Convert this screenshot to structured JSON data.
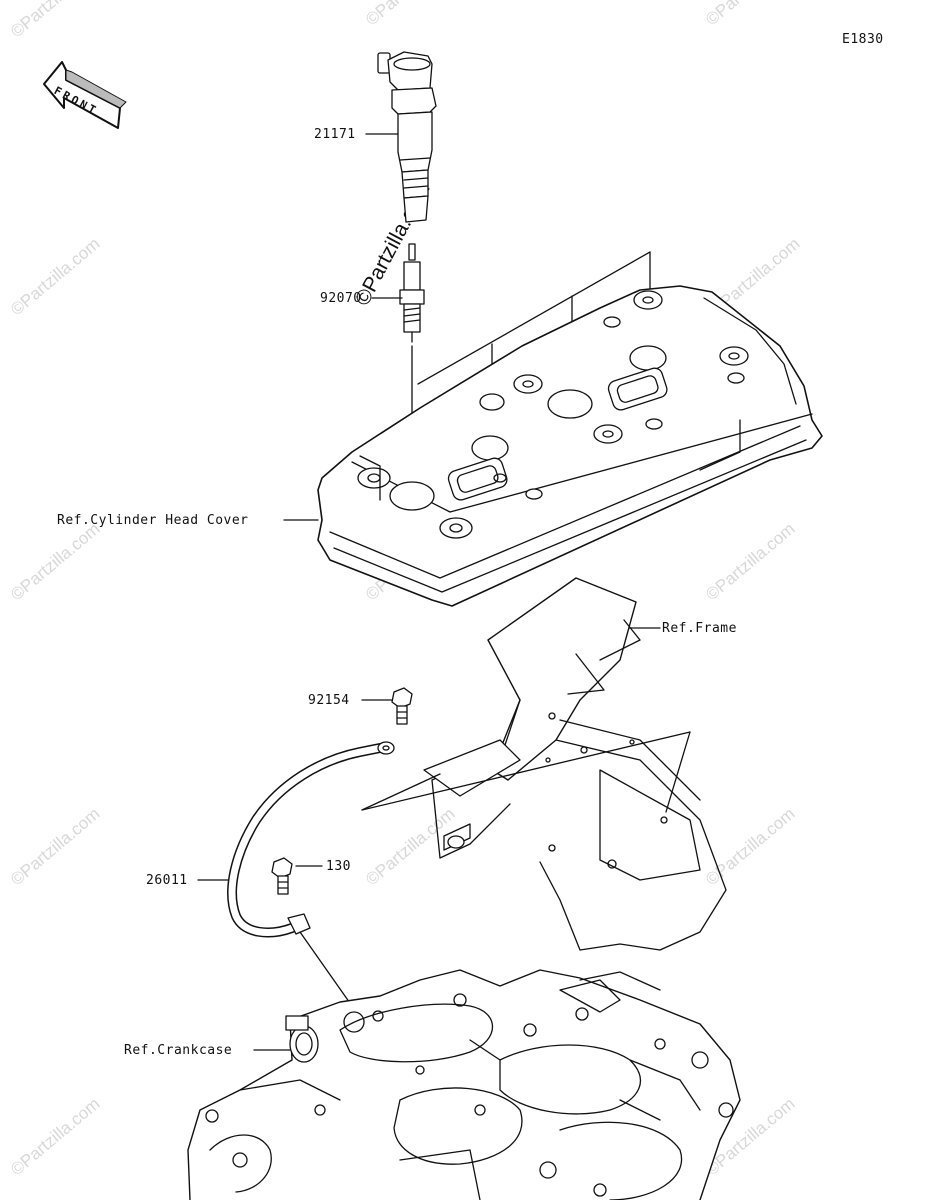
{
  "diagram": {
    "code": "E1830",
    "front_label": "FRONT",
    "watermark": "©Partzilla.com",
    "labels": {
      "ignition_coil": "21171",
      "spark_plug": "92070",
      "cylinder_head_cover": "Ref.Cylinder Head Cover",
      "frame": "Ref.Frame",
      "bolt": "92154",
      "bolt_130": "130",
      "ground_cable": "26011",
      "crankcase": "Ref.Crankcase"
    }
  }
}
